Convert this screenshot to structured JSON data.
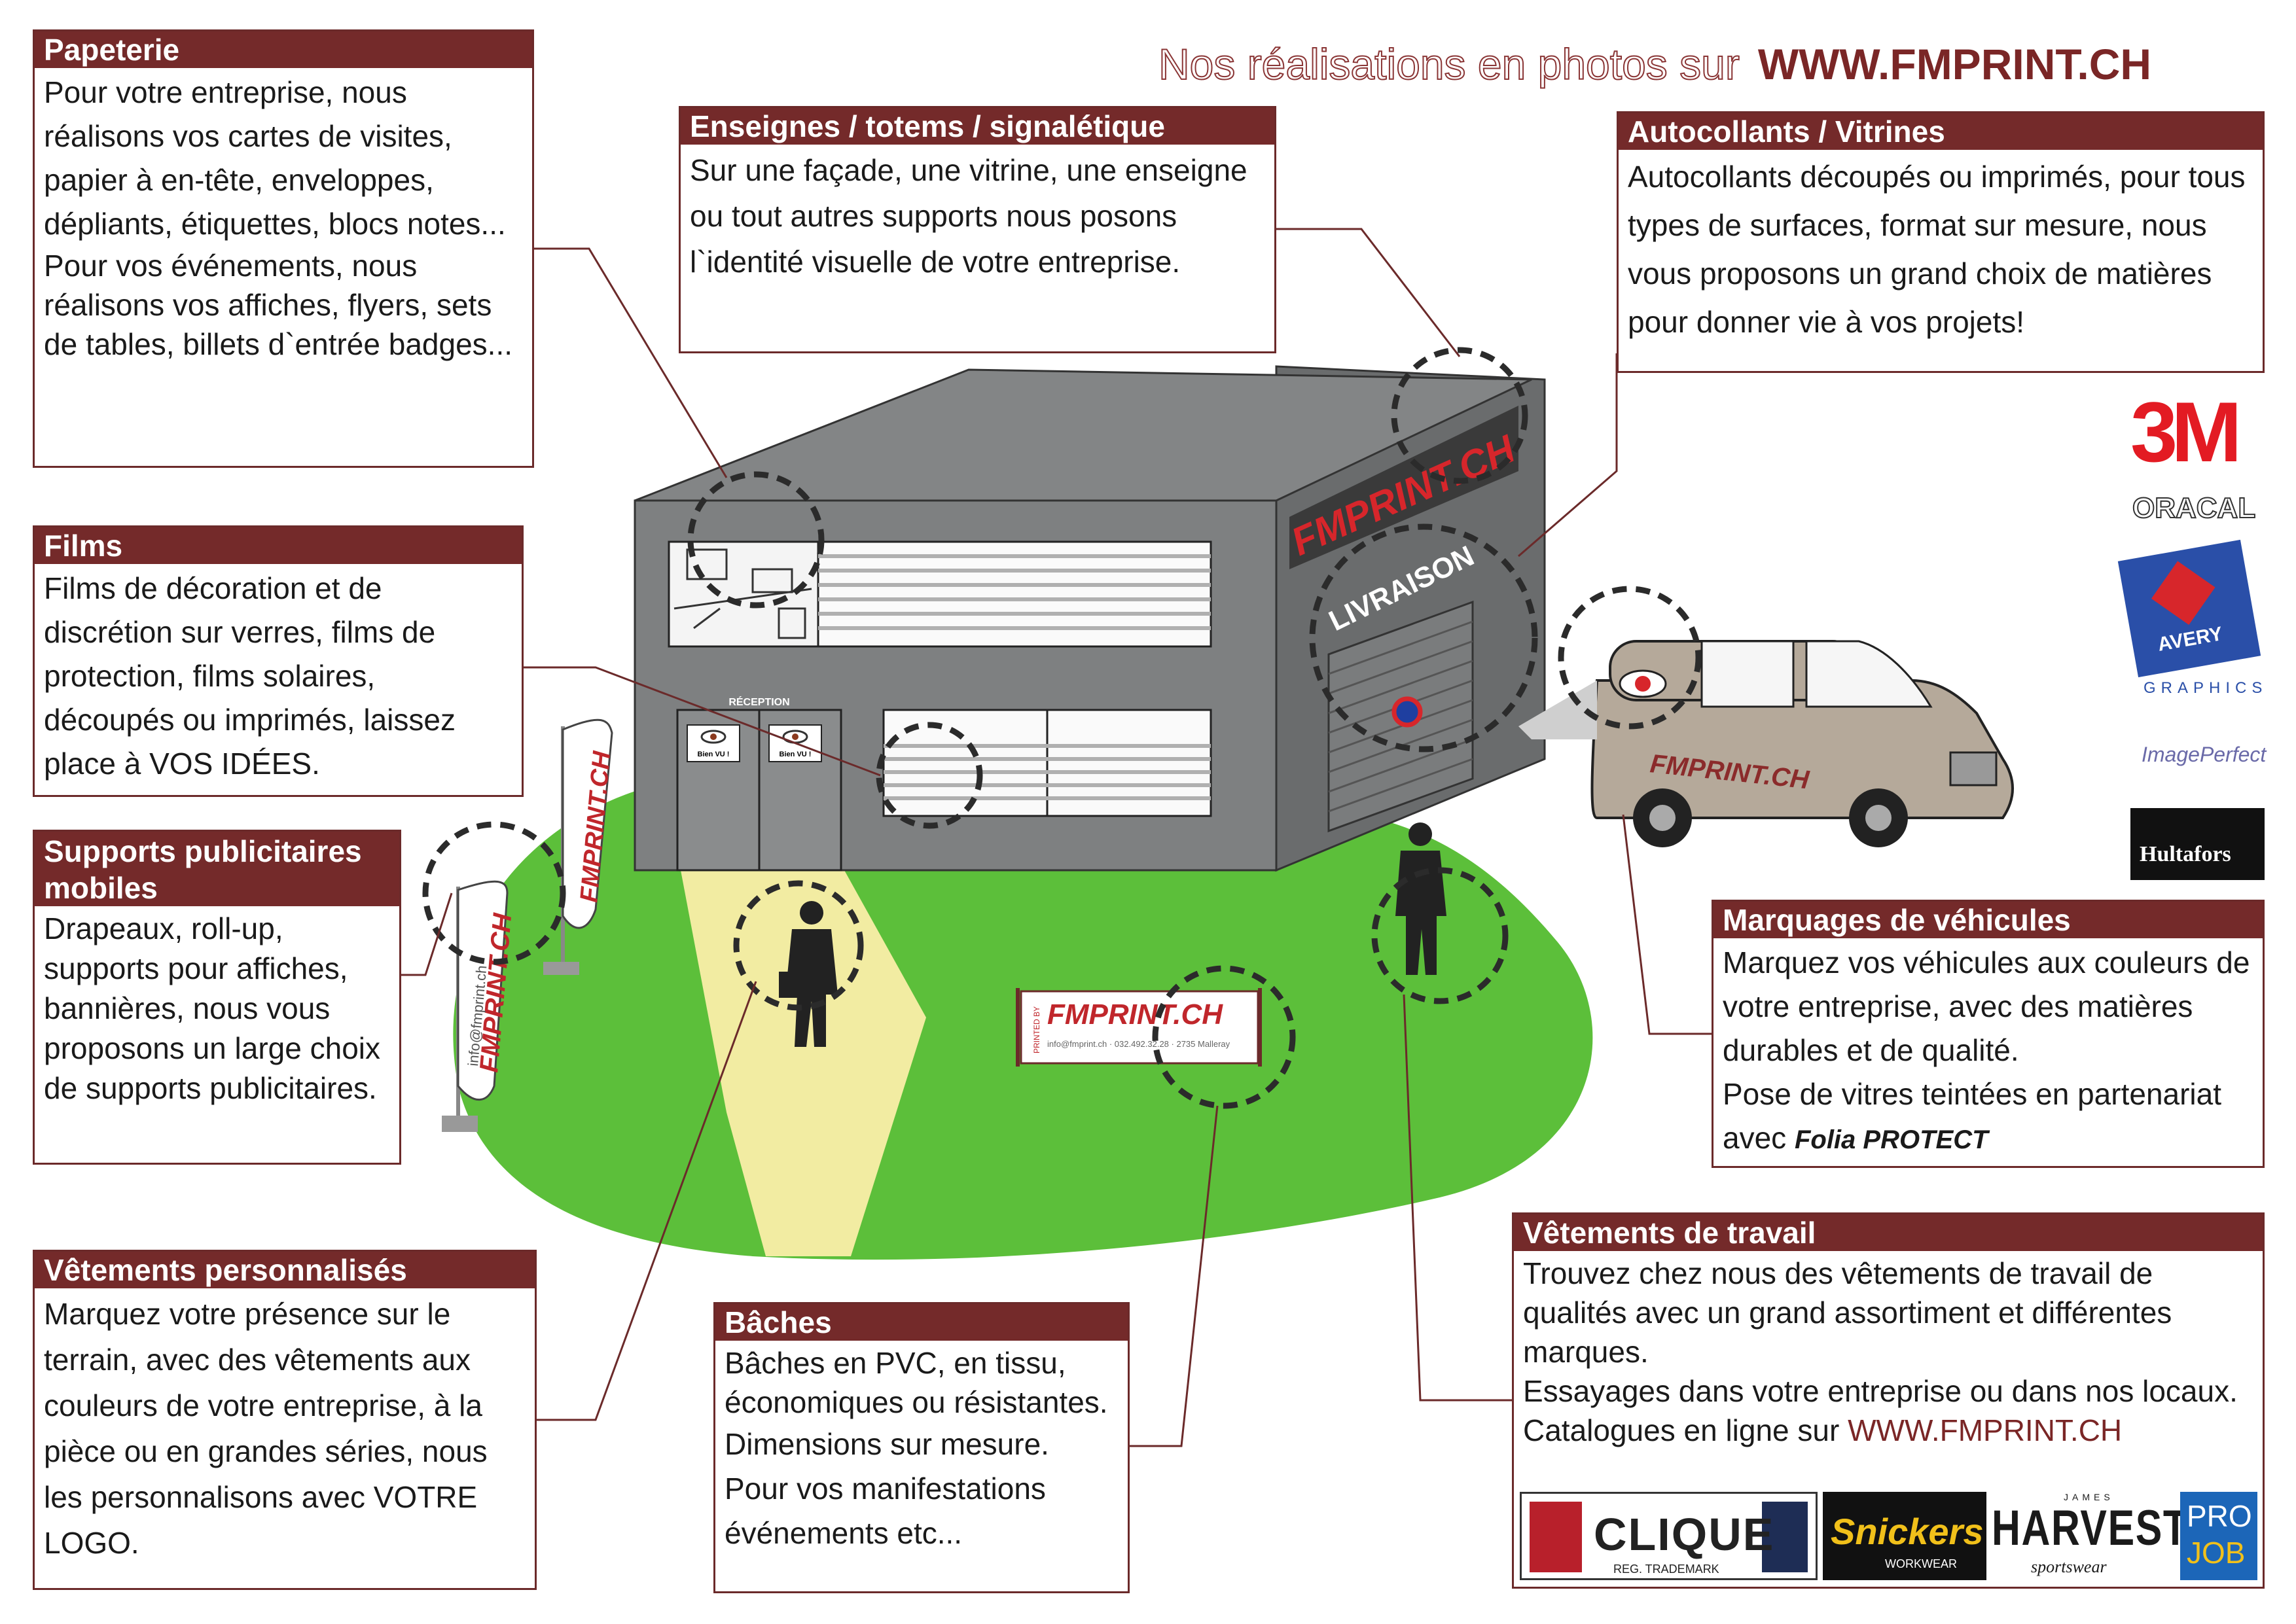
{
  "header": {
    "intro": "Nos réalisations en photos sur",
    "url": "WWW.FMPRINT.CH"
  },
  "sections": {
    "papeterie": {
      "title": "Papeterie",
      "p1": "Pour votre entreprise, nous réalisons vos cartes de visites, papier à en-tête, enveloppes, dépliants, étiquettes, blocs notes...",
      "p2": "Pour vos événements, nous réalisons vos affiches, flyers, sets de tables, billets d`entrée badges..."
    },
    "enseignes": {
      "title": "Enseignes / totems / signalétique",
      "body": "Sur une façade, une vitrine, une enseigne ou tout autres supports nous posons l`identité visuelle de votre entreprise."
    },
    "autocollants": {
      "title": "Autocollants / Vitrines",
      "body": "Autocollants découpés ou imprimés, pour tous types de surfaces, format sur mesure, nous vous proposons un  grand choix de matières pour donner vie à vos projets!"
    },
    "films": {
      "title": "Films",
      "body": "Films de décoration et de discrétion sur verres, films de protection, films solaires, découpés ou imprimés, laissez place à VOS IDÉES."
    },
    "supports": {
      "title": "Supports publicitaires mobiles",
      "body": "Drapeaux, roll-up, supports pour affiches, bannières, nous vous proposons un large choix de supports publicitaires."
    },
    "vehicules": {
      "title": "Marquages de véhicules",
      "p1": "Marquez vos véhicules aux couleurs de votre entreprise, avec des matières durables et de qualité.",
      "p2": "Pose de vitres teintées en partenariat avec",
      "partner": "Folia PROTECT"
    },
    "vetements_travail": {
      "title": "Vêtements de travail",
      "p1": "Trouvez chez nous des vêtements de travail de qualités avec un grand assortiment et différentes marques.",
      "p2": "Essayages dans votre entreprise ou dans nos locaux.",
      "p3": "Catalogues en ligne sur",
      "url": "WWW.FMPRINT.CH"
    },
    "vetements_perso": {
      "title": "Vêtements personnalisés",
      "body": "Marquez votre présence sur le terrain, avec des vêtements aux couleurs de votre entreprise, à la pièce ou en grandes séries, nous les personnalisons avec VOTRE LOGO."
    },
    "baches": {
      "title": "Bâches",
      "p1": "Bâches en PVC, en tissu, économiques ou résistantes.",
      "p2": "Dimensions sur mesure.",
      "p3": "Pour vos manifestations événements etc..."
    }
  },
  "scene": {
    "building_sign": "FMPRINT.CH",
    "garage_sign": "LIVRAISON",
    "reception": "RÉCEPTION",
    "door_sticker": "Bien VU !",
    "van_text": "FMPRINT.CH",
    "banner_text": "FMPRINT.CH",
    "banner_small": "info@fmprint.ch · 032.492.32.28 · 2735 Malleray",
    "banner_side": "PRINTED BY",
    "flag_text": "FMPRINT.CH",
    "flag_email": "info@fmprint.ch"
  },
  "material_brands": {
    "b1": "3M",
    "b2": "ORACAL",
    "b3": "AVERY",
    "b4": "GRAPHICS",
    "b5": "ImagePerfect",
    "b6": "Hultafors"
  },
  "clothing_brands": {
    "clique": "CLIQUE",
    "clique_sub": "REG. TRADEMARK",
    "snickers": "Snickers",
    "snickers_sub": "WORKWEAR",
    "harvest_top": "JAMES",
    "harvest": "HARVEST",
    "harvest_sub": "sportswear",
    "projob1": "PRO",
    "projob2": "JOB"
  },
  "colors": {
    "accent": "#742a2a",
    "lawn": "#5cbf3a",
    "path": "#f2eca2",
    "building": "#808283",
    "brand_red": "#d7262b"
  }
}
